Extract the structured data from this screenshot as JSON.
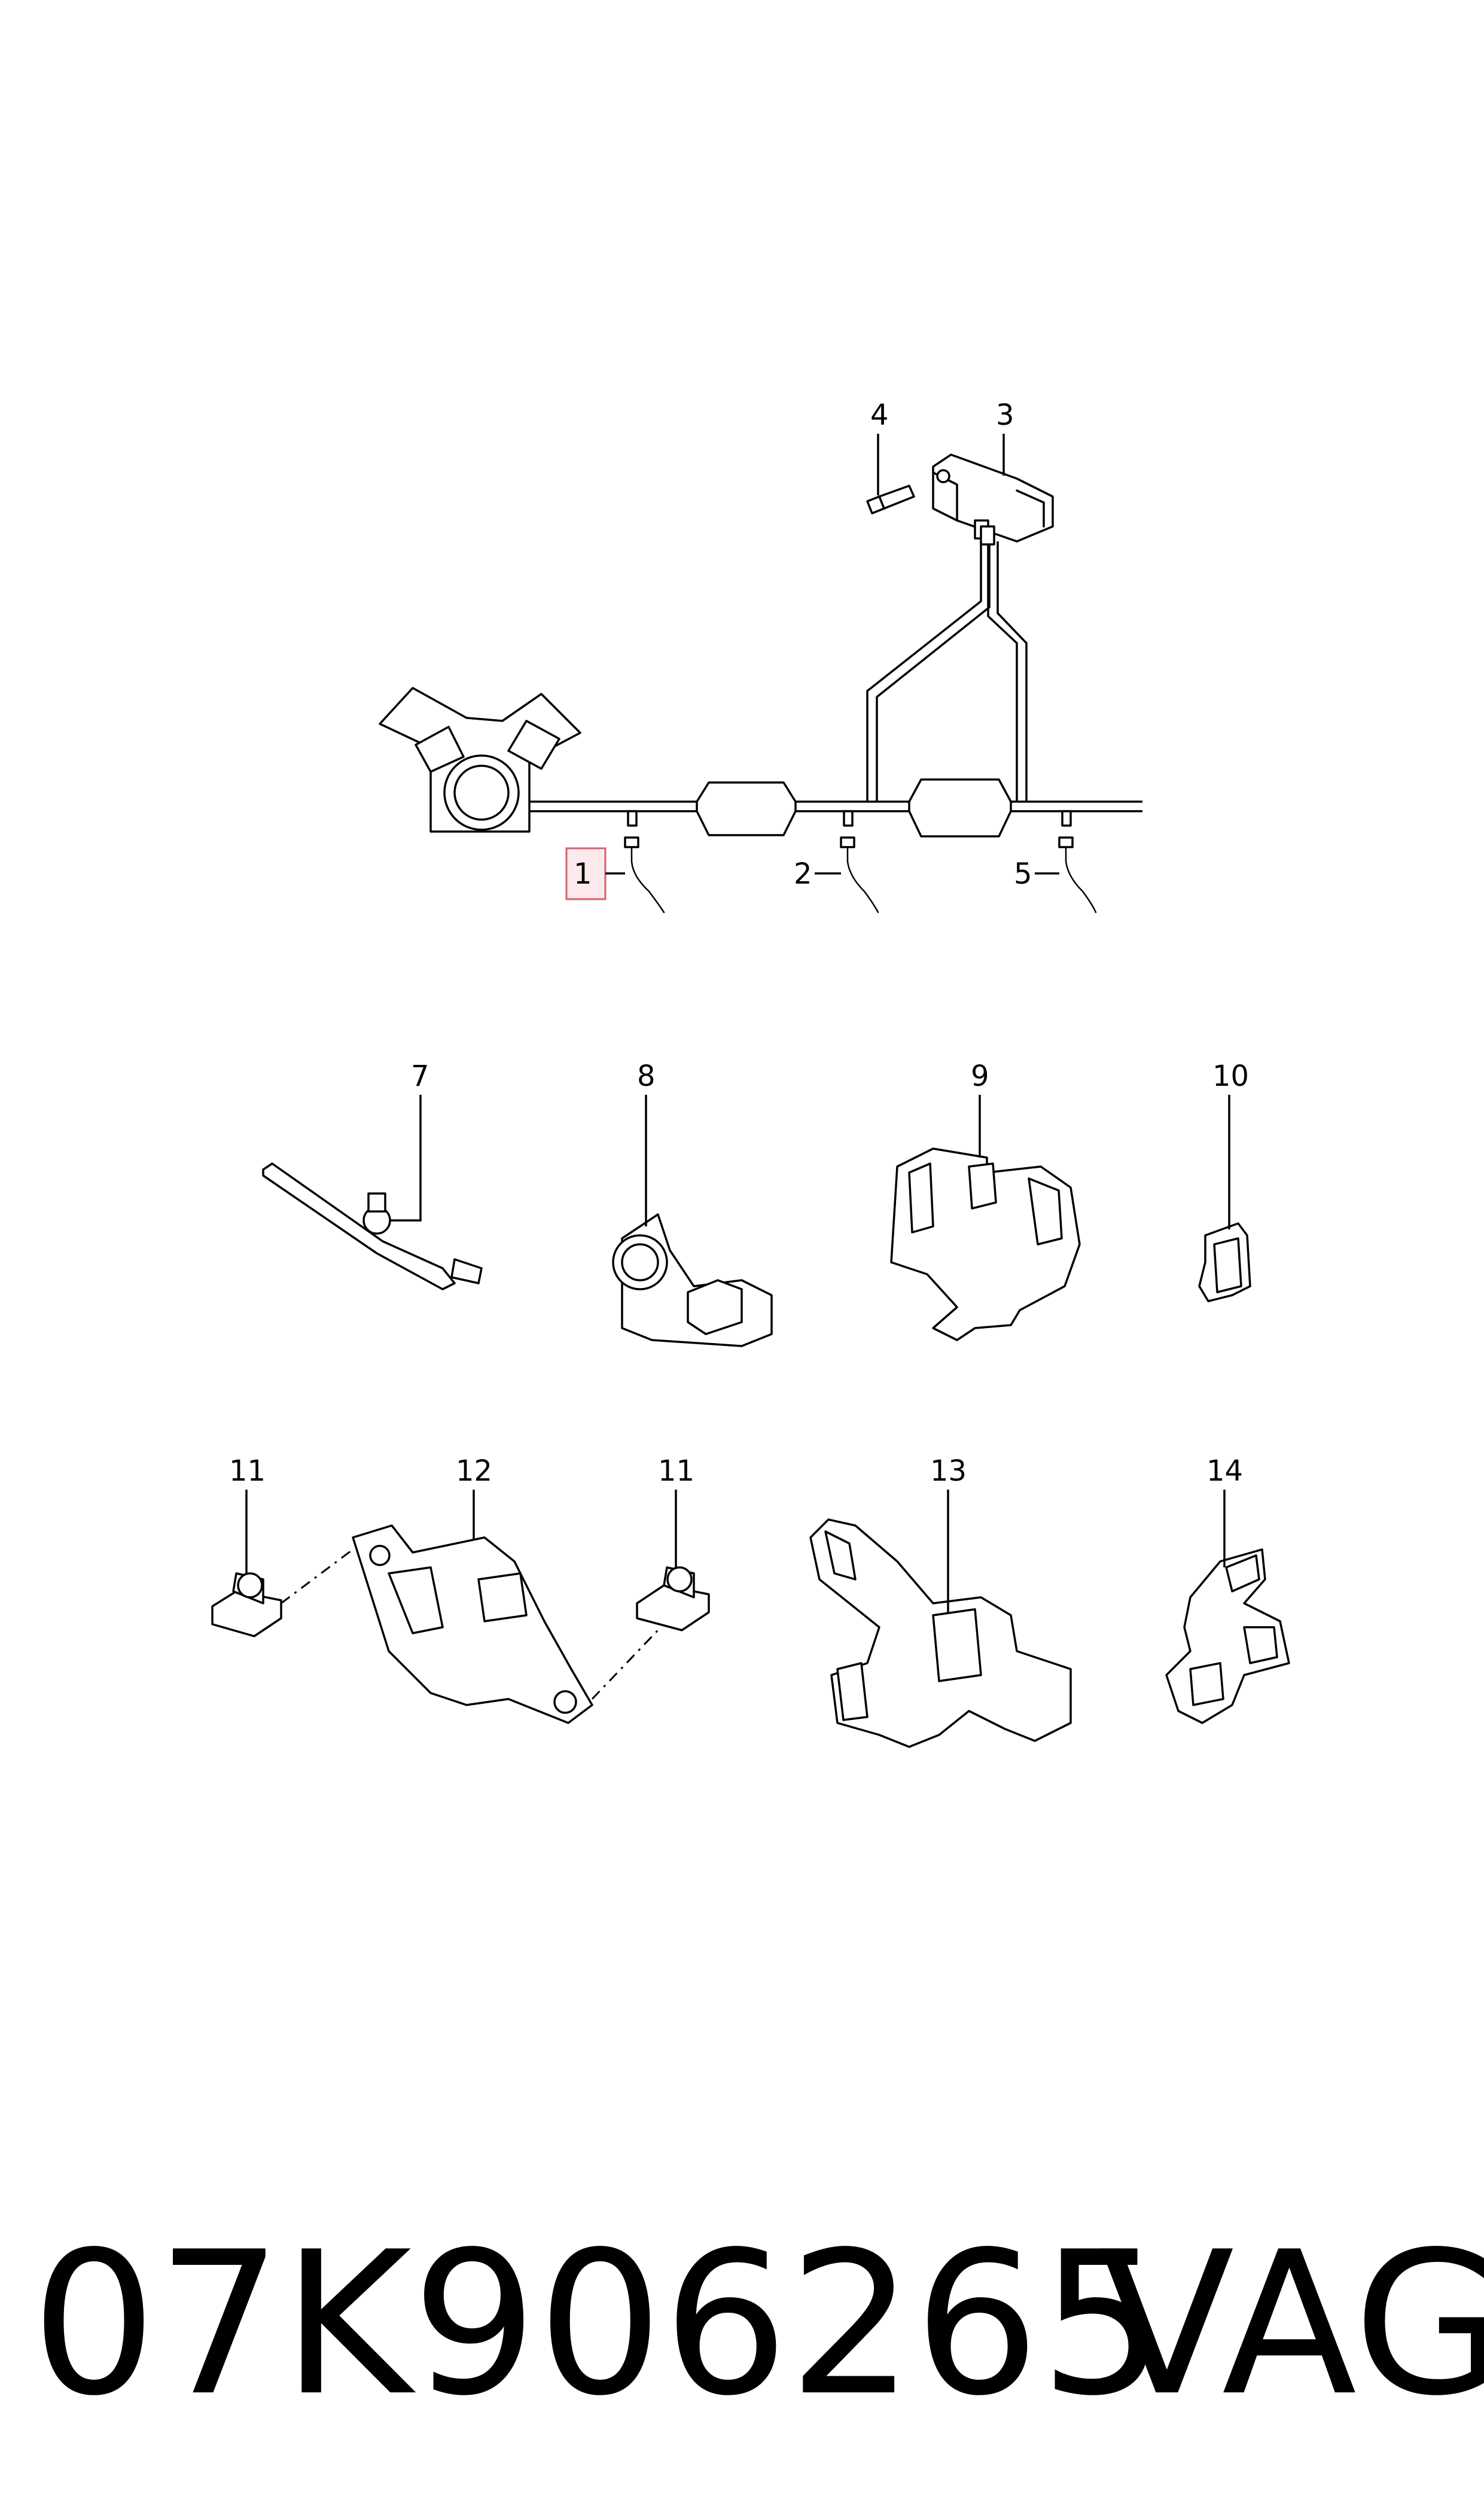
{
  "callouts": {
    "c1": "1",
    "c2": "2",
    "c3": "3",
    "c4": "4",
    "c5": "5",
    "c7": "7",
    "c8": "8",
    "c9": "9",
    "c10": "10",
    "c11a": "11",
    "c12": "12",
    "c11b": "11",
    "c13": "13",
    "c14": "14"
  },
  "footer": {
    "part_number": "07K906265",
    "brand": "VAG"
  },
  "colors": {
    "highlight_fill": "#fbe9ec",
    "highlight_stroke": "#d9606e",
    "line": "#000000"
  }
}
